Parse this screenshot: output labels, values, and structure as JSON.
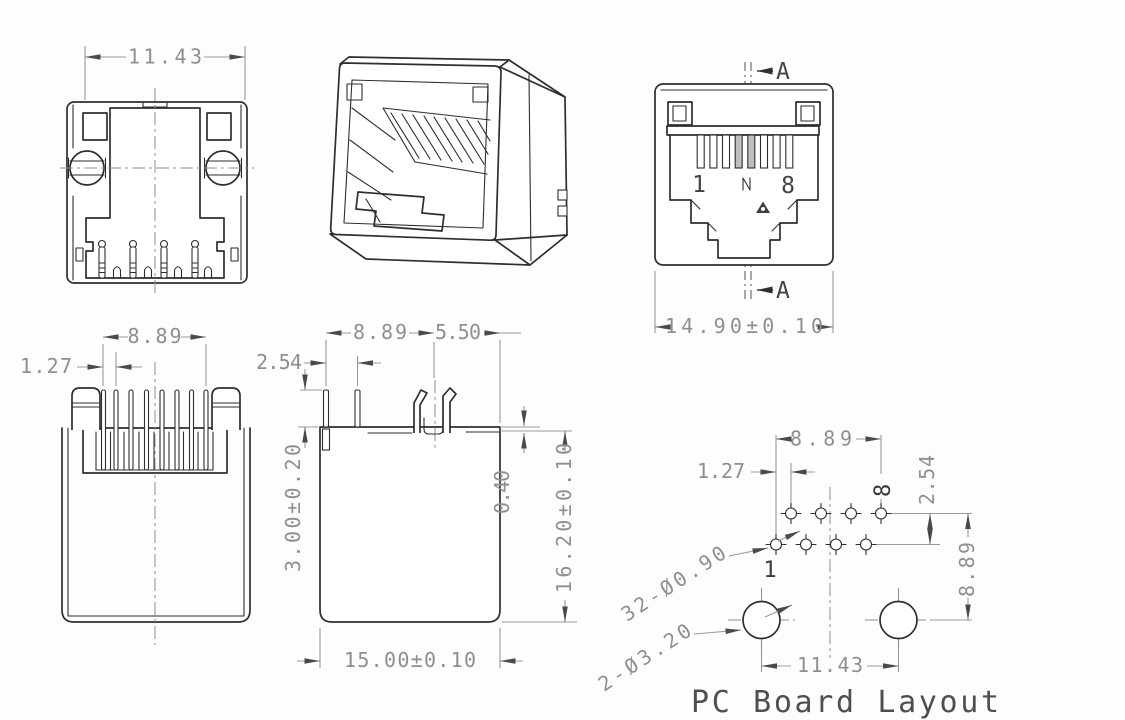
{
  "drawing": {
    "type": "engineering-drawing",
    "subject": "RJ45 modular jack connector",
    "colors": {
      "line": "#2e2e2e",
      "dimension": "#8f8f8f",
      "slot_fill": "#bfbfbf",
      "background": "#fdfdfd"
    },
    "views": {
      "front": {
        "dim_width": "11.43"
      },
      "mating": {
        "dim_width": "14.90±0.10",
        "section_label_top": "A",
        "section_label_bottom": "A",
        "pin_first": "1",
        "pin_last": "8"
      },
      "bottom": {
        "dim_pin_span": "8.89",
        "dim_pin_pitch": "1.27"
      },
      "side": {
        "dim_pin_to_latch": "8.89",
        "dim_latch_to_edge": "5.50",
        "dim_pin_pitch": "2.54",
        "dim_pin_length": "3.00±0.20",
        "dim_ledge": "0.40",
        "dim_height": "16.20±0.10",
        "dim_width": "15.00±0.10"
      },
      "pcb": {
        "title": "PC Board Layout",
        "dim_pin_span": "8.89",
        "dim_pin_pitch": "1.27",
        "dim_row_pitch": "2.54",
        "dim_row_to_mount": "8.89",
        "dim_mount_span": "11.43",
        "callout_pin_holes": "32-Ø0.90",
        "callout_mount_holes": "2-Ø3.20",
        "pin_first": "1",
        "pin_last": "8"
      }
    }
  }
}
